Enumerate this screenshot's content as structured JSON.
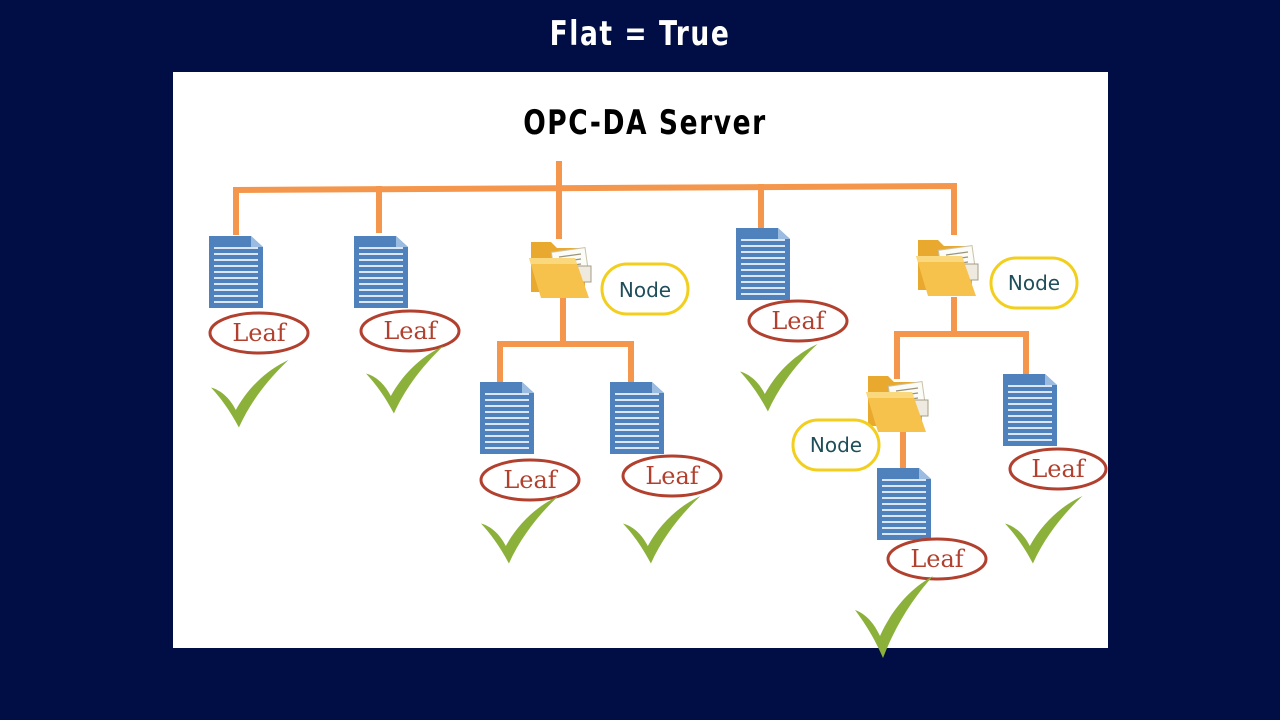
{
  "slide": {
    "title": "Flat = True"
  },
  "diagram": {
    "server_title": "OPC-DA Server",
    "leaf_label": "Leaf",
    "node_label": "Node"
  },
  "colors": {
    "background": "#000e45",
    "connector": "#f4974c",
    "document": "#4f81bd",
    "leaf_border": "#b2402e",
    "node_border": "#f2cf1e",
    "checkmark": "#8bb13b",
    "folder": "#f7c24c"
  },
  "icons": [
    "document-icon",
    "folder-icon",
    "checkmark-icon"
  ]
}
